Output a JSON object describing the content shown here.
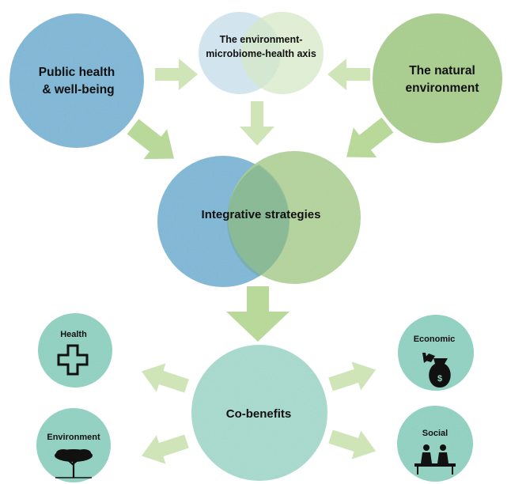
{
  "nodes": {
    "public_health": {
      "line1": "Public health",
      "line2": "& well-being"
    },
    "axis": {
      "line1": "The environment-",
      "line2": "microbiome-health axis"
    },
    "natural_env": {
      "line1": "The natural",
      "line2": "environment"
    },
    "integrative": {
      "label": "Integrative strategies"
    },
    "cobenefits": {
      "label": "Co-benefits"
    },
    "health": {
      "label": "Health",
      "icon": "medical-cross-icon"
    },
    "environment": {
      "label": "Environment",
      "icon": "tree-icon"
    },
    "economic": {
      "label": "Economic",
      "icon": "money-bag-icon"
    },
    "social": {
      "label": "Social",
      "icon": "people-on-bench-icon"
    }
  },
  "colors": {
    "blue": "#7db8d8",
    "green": "#a9cf8c",
    "teal": "#8fd3c3",
    "arrow": "#cfe5b8",
    "arrow_dark": "#b9d99b"
  }
}
